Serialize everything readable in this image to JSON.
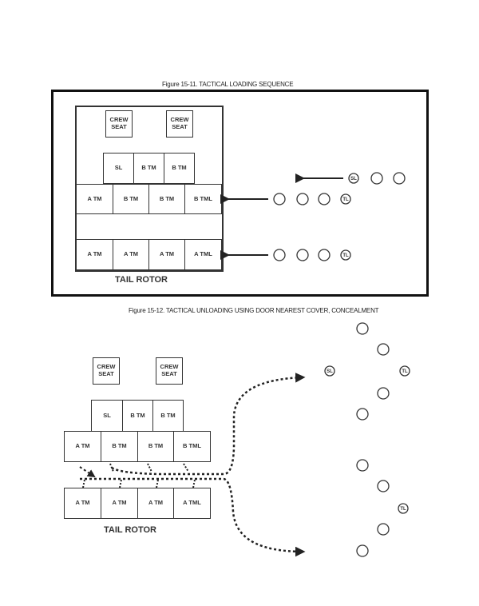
{
  "figure1": {
    "caption": "Figure 15-11. TACTICAL LOADING SEQUENCE",
    "crew_seats": [
      "CREW\nSEAT",
      "CREW\nSEAT"
    ],
    "front_row": [
      "SL",
      "B TM",
      "B TM"
    ],
    "middle_row": [
      "A TM",
      "B TM",
      "B TM",
      "B TML"
    ],
    "rear_row": [
      "A TM",
      "A TM",
      "A TM",
      "A TML"
    ],
    "tail_label": "TAIL ROTOR",
    "queues": [
      {
        "row": "front",
        "soldiers": [
          "SL",
          "",
          ""
        ]
      },
      {
        "row": "middle",
        "soldiers": [
          "",
          "",
          "",
          "TL"
        ]
      },
      {
        "row": "rear",
        "soldiers": [
          "",
          "",
          "",
          "TL"
        ]
      }
    ]
  },
  "figure2": {
    "caption": "Figure 15-12. TACTICAL UNLOADING USING DOOR NEAREST COVER, CONCEALMENT",
    "crew_seats": [
      "CREW\nSEAT",
      "CREW\nSEAT"
    ],
    "front_row": [
      "SL",
      "B TM",
      "B TM"
    ],
    "middle_row": [
      "A TM",
      "B TM",
      "B TM",
      "B TML"
    ],
    "rear_row": [
      "A TM",
      "A TM",
      "A TM",
      "A TML"
    ],
    "tail_label": "TAIL ROTOR",
    "upper_formation": [
      "",
      "",
      "SL",
      "TL",
      "",
      ""
    ],
    "lower_formation": [
      "",
      "",
      "TL",
      "",
      ""
    ]
  }
}
